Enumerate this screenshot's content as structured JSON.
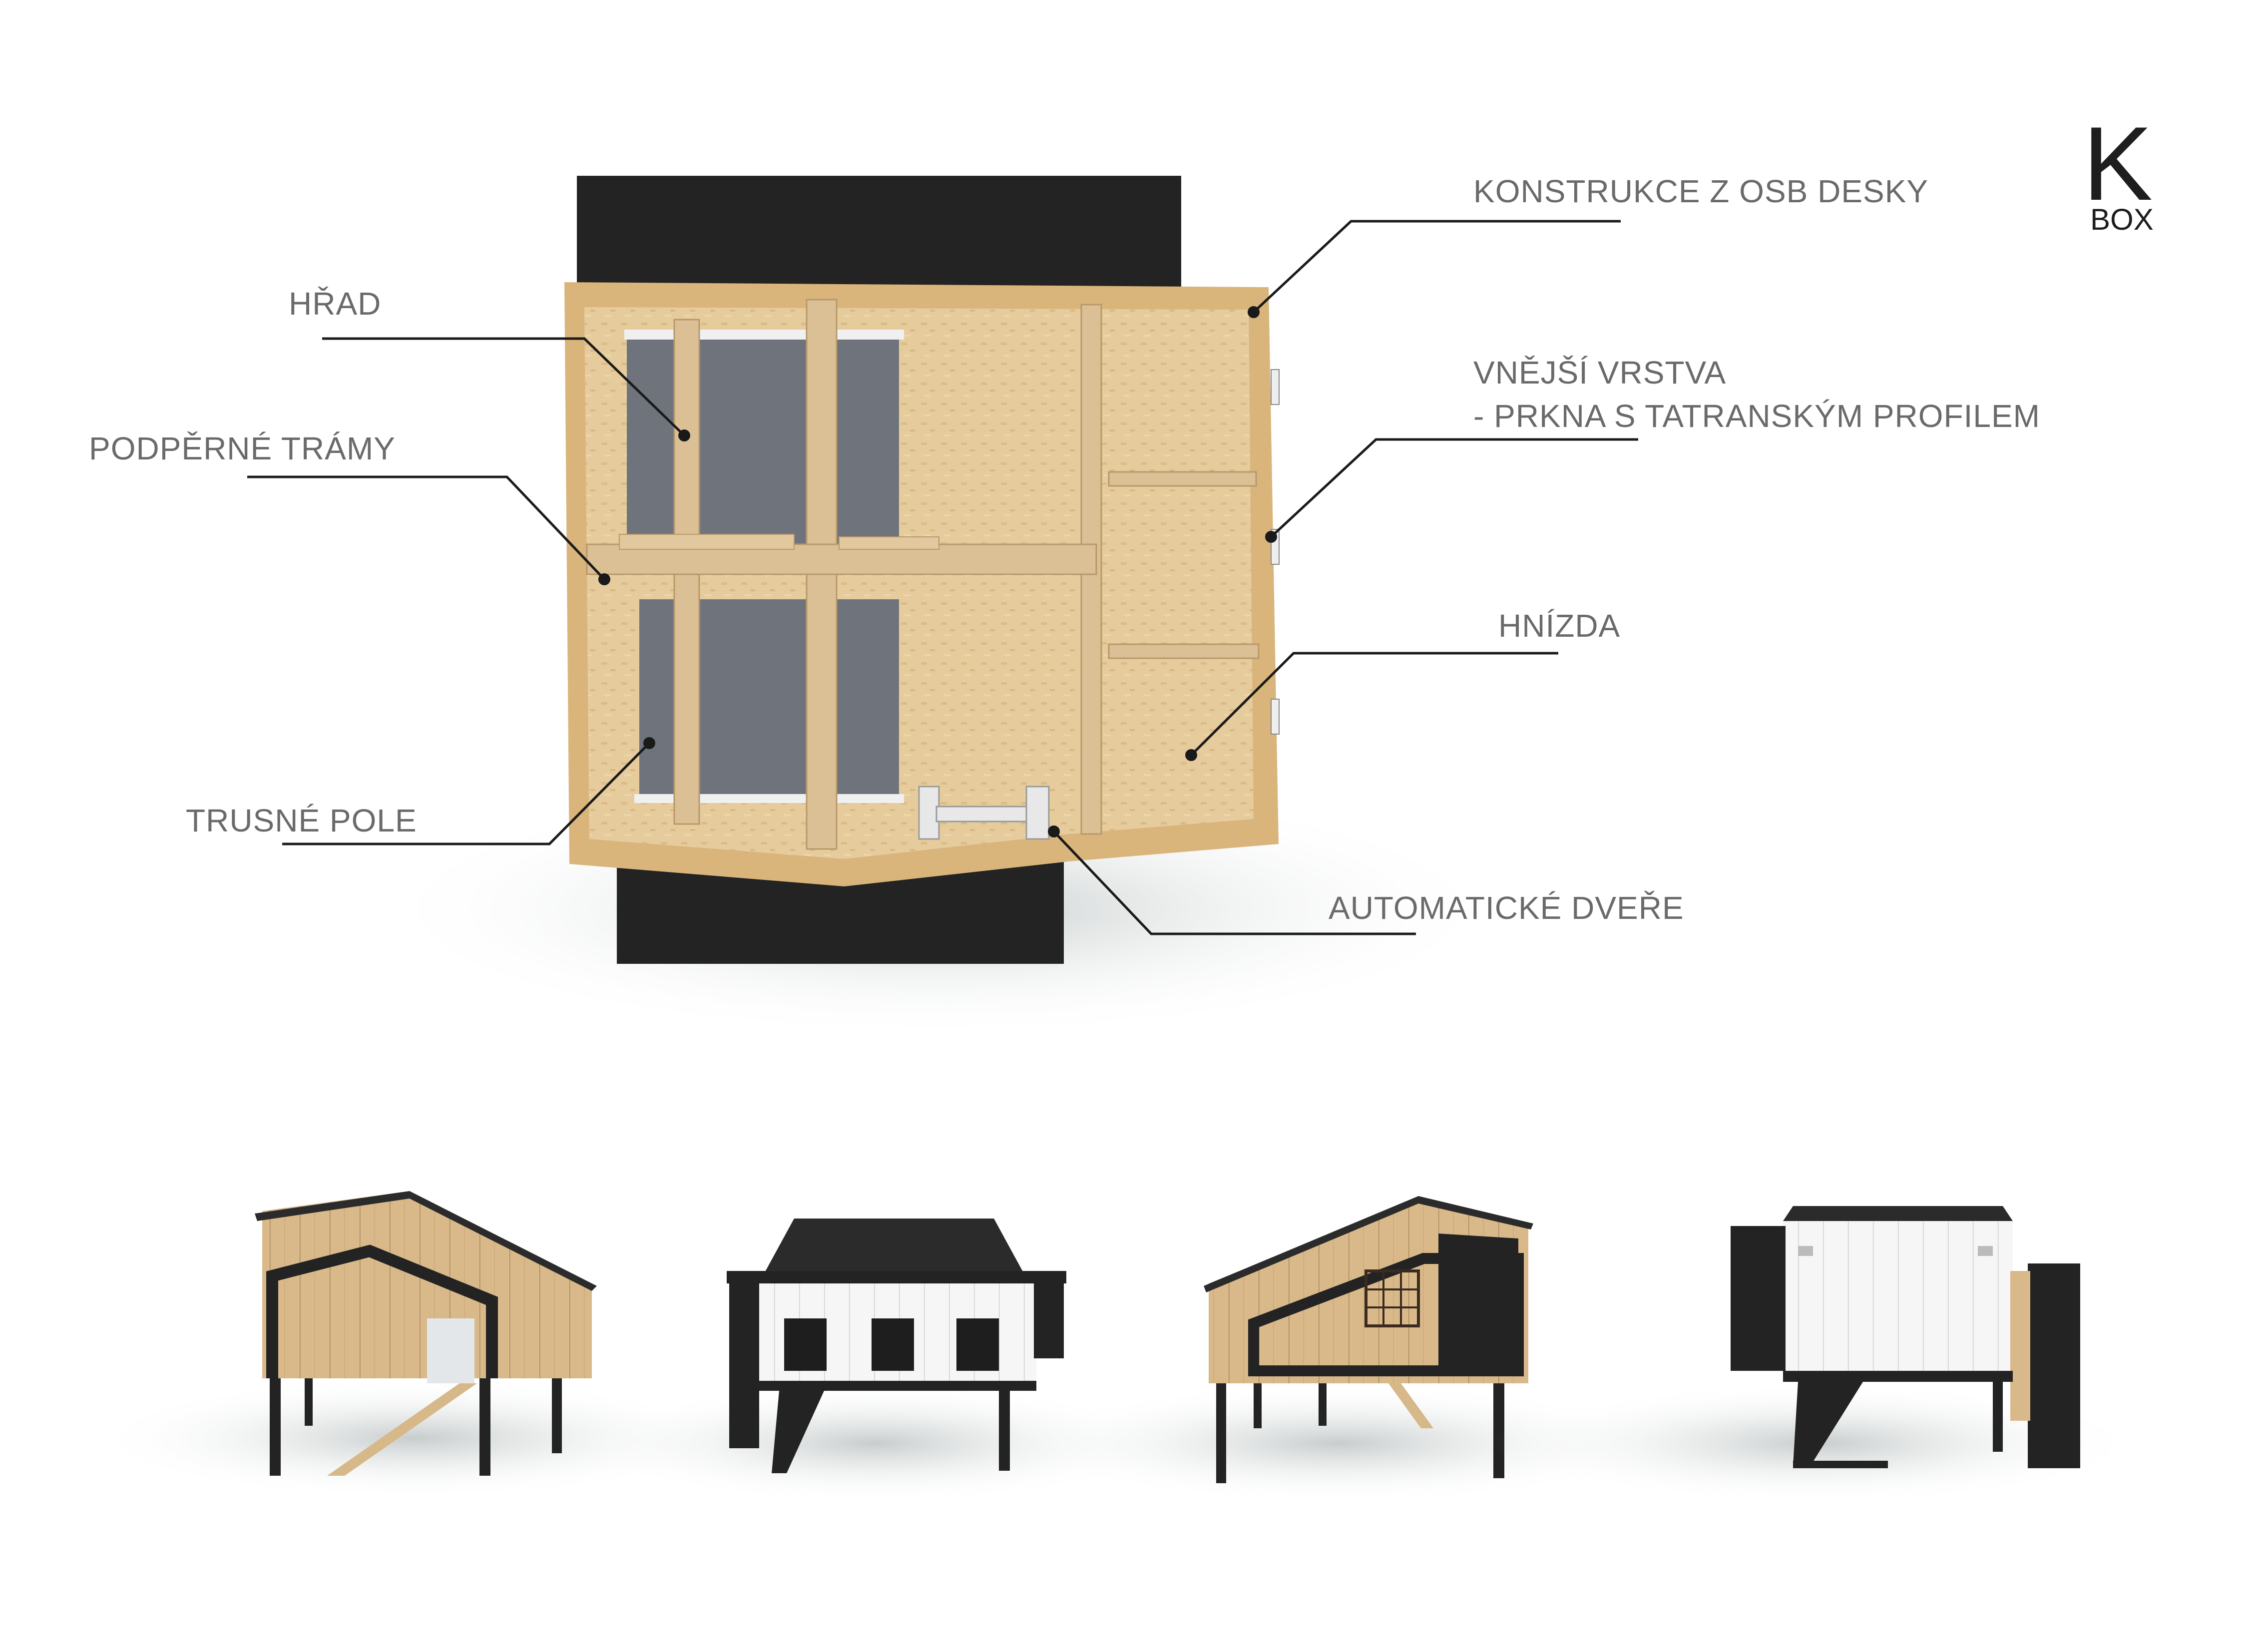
{
  "logo": {
    "letter": "K",
    "word": "BOX"
  },
  "labels": {
    "osb": "KONSTRUKCE Z OSB DESKY",
    "hrad": "HŘAD",
    "vnejsi_1": "VNĚJŠÍ VRSTVA",
    "vnejsi_2": "- PRKNA S TATRANSKÝM PROFILEM",
    "tramy": "PODPĚRNÉ TRÁMY",
    "hnizda": "HNÍZDA",
    "trusne": "TRUSNÉ POLE",
    "dvere": "AUTOMATICKÉ DVEŘE"
  },
  "colors": {
    "osb": "#e3c795",
    "osb_dark": "#c9a56a",
    "timber": "#d8b98a",
    "black": "#232323",
    "grey_panel": "#6f747c",
    "white_cladding": "#f4f4f4"
  }
}
